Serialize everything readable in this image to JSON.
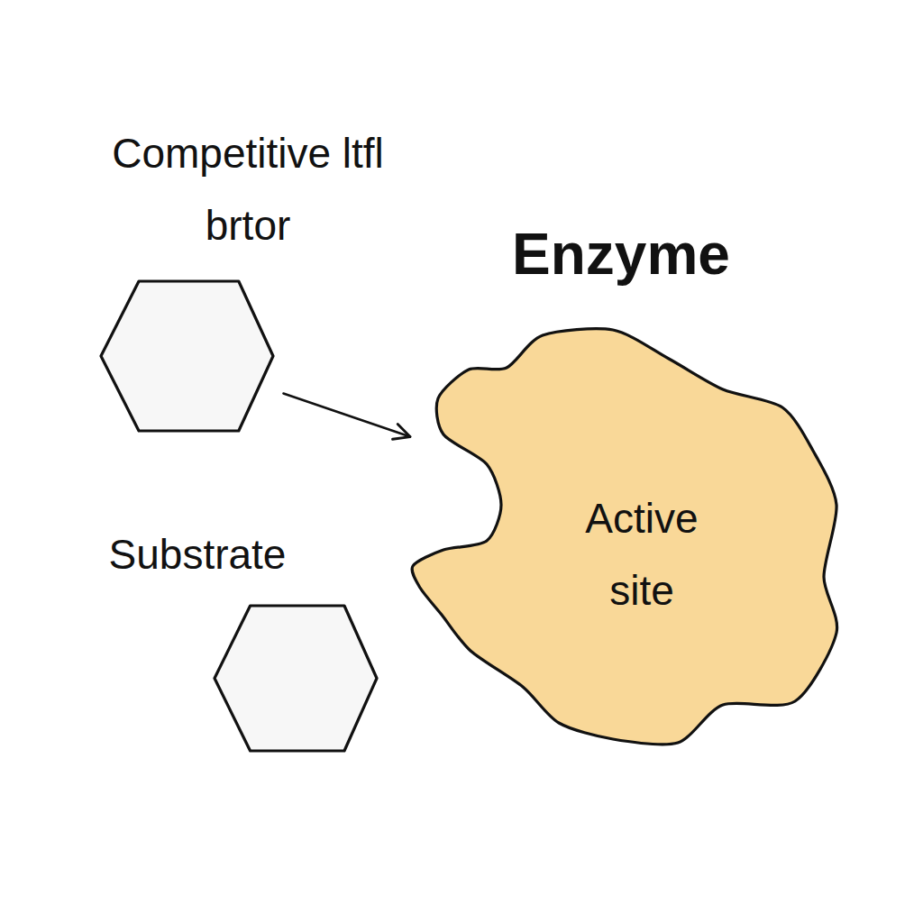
{
  "diagram": {
    "nodes": [
      {
        "text": [
          "Competitive ltfl brtor"
        ]
      },
      {
        "text": [
          "Substrate"
        ]
      },
      {
        "text": [
          "Enzyme",
          "Active site"
        ]
      }
    ],
    "edges": [
      {
        "from": 0,
        "to": 2,
        "arrow": "to"
      }
    ]
  }
}
